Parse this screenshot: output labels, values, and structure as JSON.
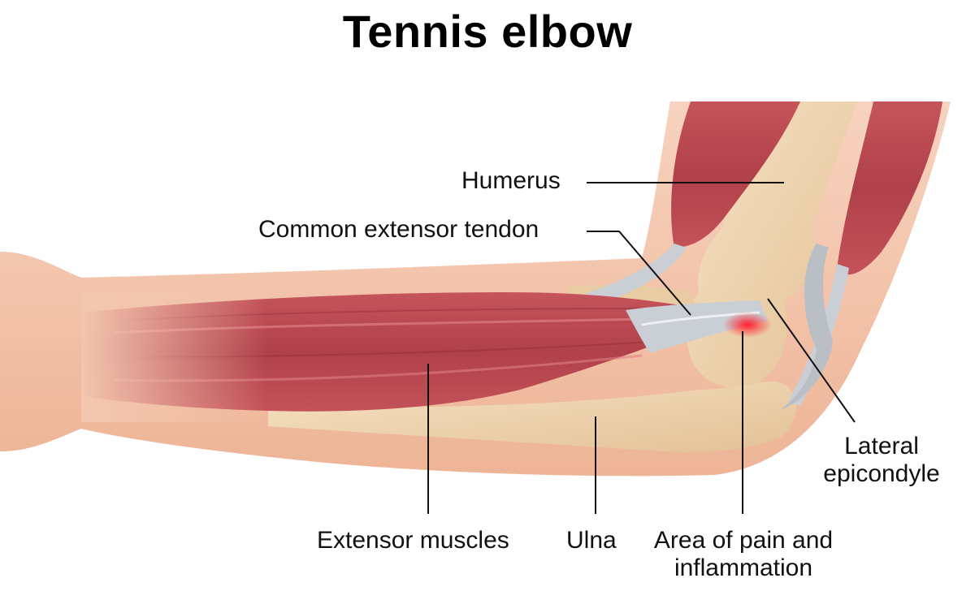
{
  "title": "Tennis elbow",
  "labels": {
    "humerus": "Humerus",
    "tendon": "Common extensor tendon",
    "lateral_line1": "Lateral",
    "lateral_line2": "epicondyle",
    "extensor": "Extensor muscles",
    "ulna": "Ulna",
    "pain_line1": "Area of pain and",
    "pain_line2": "inflammation"
  },
  "colors": {
    "skin": "#f3c7ae",
    "skin_dark": "#e8a98c",
    "bone": "#eed3ad",
    "bone_dark": "#d9b88c",
    "muscle": "#b9464d",
    "muscle_light": "#d9737a",
    "tendon": "#c9cfd4",
    "inflammation": "#e8222e"
  }
}
